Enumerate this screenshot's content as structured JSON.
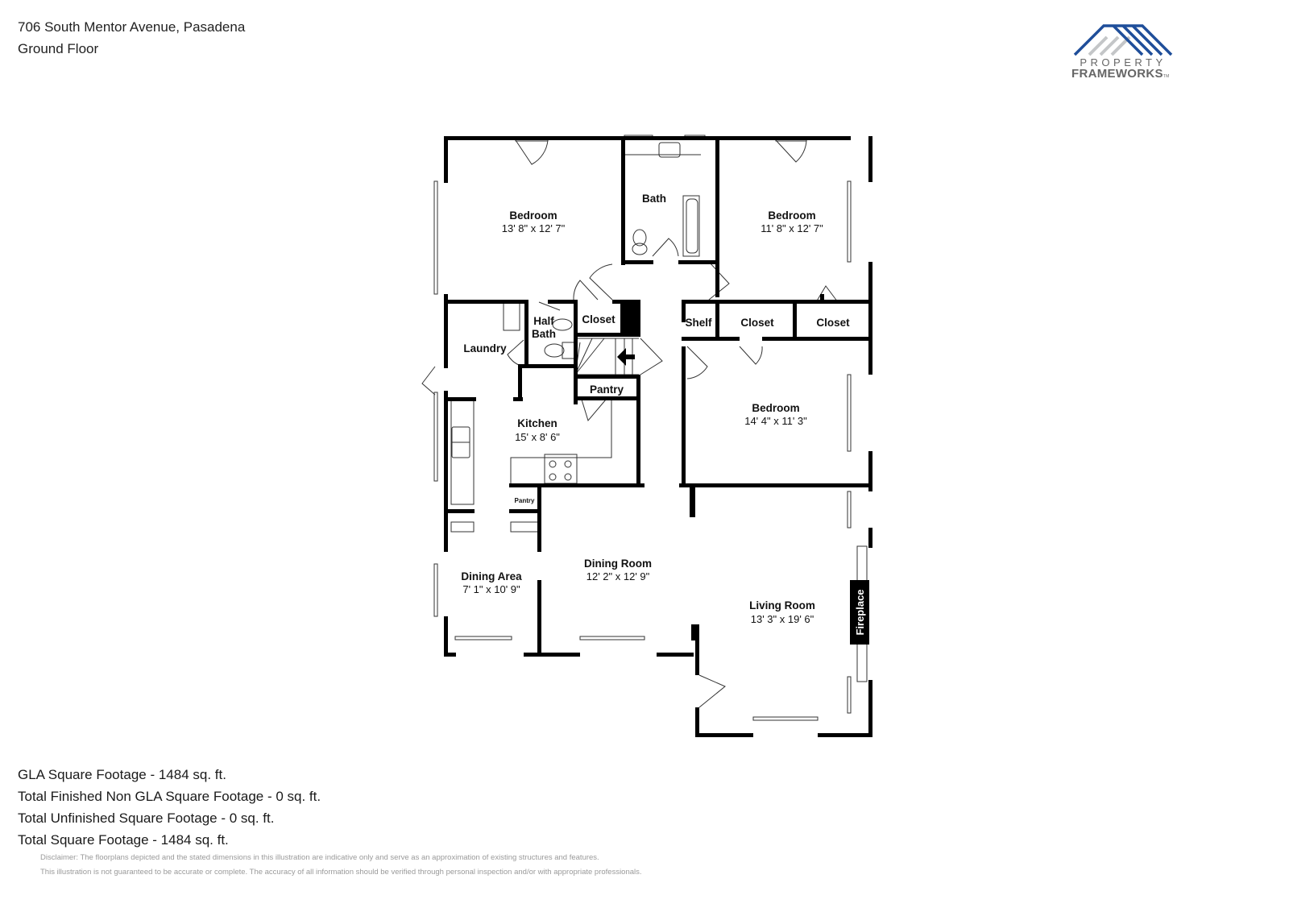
{
  "header": {
    "address": "706 South Mentor Avenue, Pasadena",
    "floor": "Ground Floor"
  },
  "logo": {
    "line1": "PROPERTY",
    "line2": "FRAMEWORKS",
    "tm": "TM",
    "colors": {
      "roof_blue": "#1f4e9a",
      "roof_gray": "#c4c6c8",
      "text_gray": "#666666"
    }
  },
  "rooms": {
    "bedroom1": {
      "name": "Bedroom",
      "dims": "13' 8\" x 12' 7\""
    },
    "bath": {
      "name": "Bath"
    },
    "bedroom2": {
      "name": "Bedroom",
      "dims": "11' 8\" x 12' 7\""
    },
    "half_bath_1": "Half",
    "half_bath_2": "Bath",
    "closet1": "Closet",
    "shelf": "Shelf",
    "closet2": "Closet",
    "closet3": "Closet",
    "laundry": "Laundry",
    "pantry1": "Pantry",
    "kitchen": {
      "name": "Kitchen",
      "dims": "15' x 8' 6\""
    },
    "bedroom3": {
      "name": "Bedroom",
      "dims": "14' 4\" x 11' 3\""
    },
    "pantry2": "Pantry",
    "dining_area": {
      "name": "Dining Area",
      "dims": "7' 1\" x 10' 9\""
    },
    "dining_room": {
      "name": "Dining Room",
      "dims": "12' 2\" x 12' 9\""
    },
    "living_room": {
      "name": "Living Room",
      "dims": "13' 3\" x 19' 6\""
    },
    "fireplace": "Fireplace"
  },
  "stats": [
    "GLA Square Footage - 1484 sq. ft.",
    "Total Finished Non GLA Square Footage - 0 sq. ft.",
    "Total Unfinished Square Footage - 0 sq. ft.",
    "Total Square Footage - 1484 sq. ft."
  ],
  "disclaimer": [
    "Disclaimer: The floorplans depicted and the stated dimensions in this illustration are indicative only and serve as an approximation of existing structures and features.",
    "This illustration is not guaranteed to be accurate or complete. The accuracy of all information should be verified through personal inspection and/or with appropriate professionals."
  ]
}
